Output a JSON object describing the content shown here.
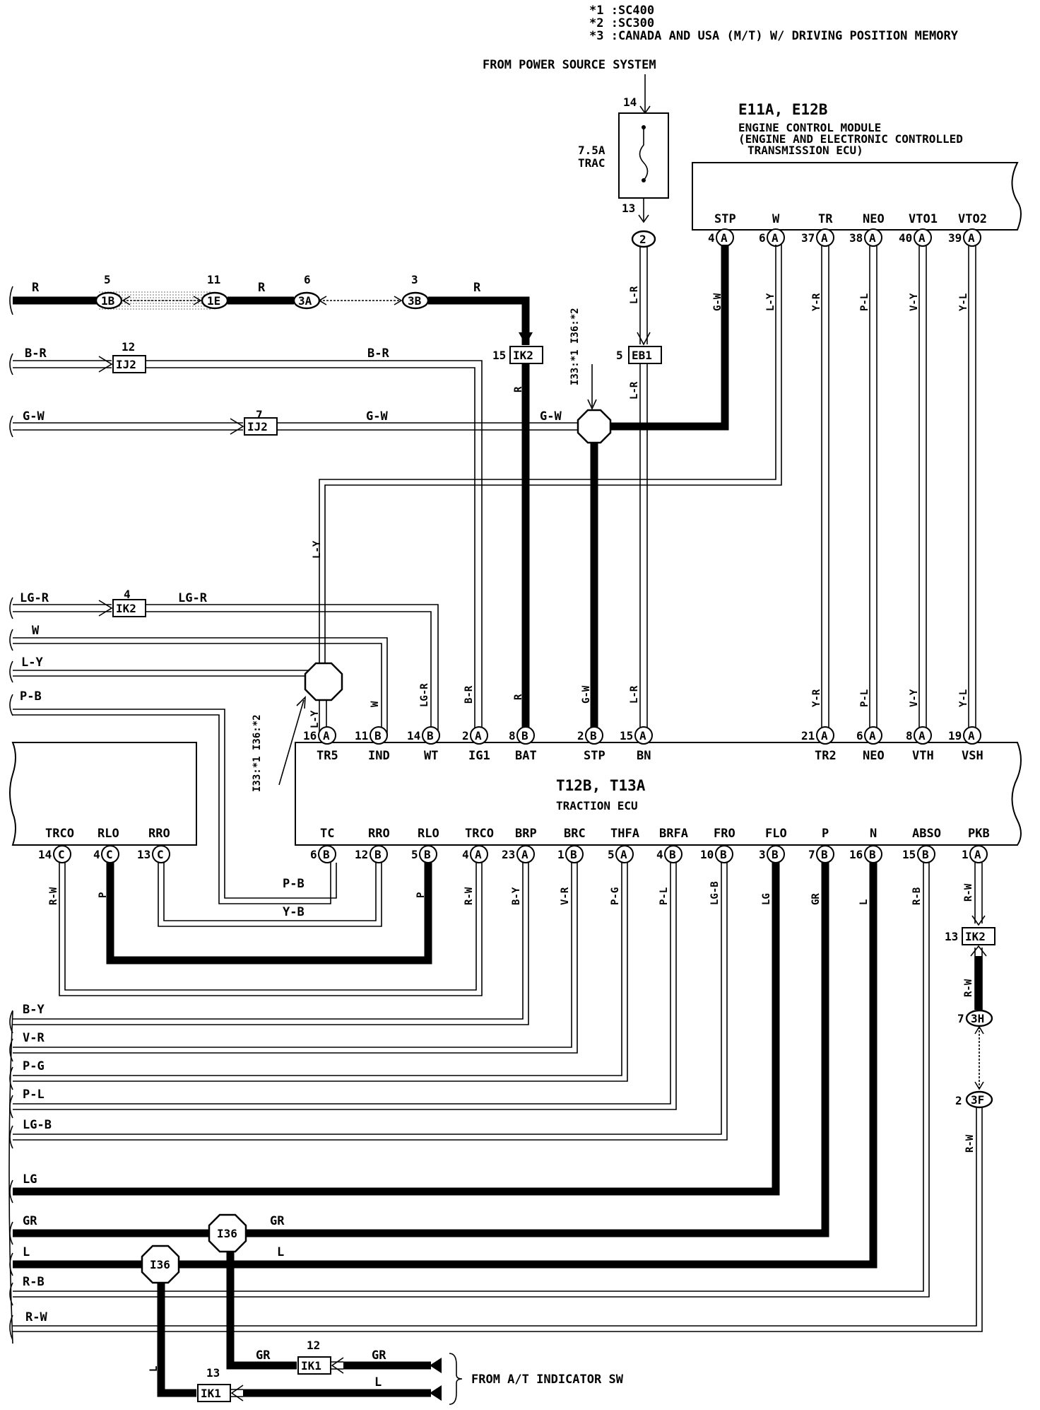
{
  "notes": [
    "*1 :SC400",
    "*2 :SC300",
    "*3 :CANADA AND USA (M/T) W/ DRIVING POSITION MEMORY"
  ],
  "power_source": "FROM POWER SOURCE SYSTEM",
  "fuse": {
    "label": "7.5A",
    "name": "TRAC",
    "pin_in": "14",
    "pin_out": "13",
    "conn": "2"
  },
  "ecm": {
    "title": "E11A, E12B",
    "name_line1": "ENGINE CONTROL MODULE",
    "name_line2": "(ENGINE AND ELECTRONIC CONTROLLED",
    "name_line3": "TRANSMISSION ECU)",
    "pins": [
      {
        "name": "STP",
        "num": "4",
        "conn": "A",
        "wire": "G-W"
      },
      {
        "name": "W",
        "num": "6",
        "conn": "A",
        "wire": "L-Y"
      },
      {
        "name": "TR",
        "num": "37",
        "conn": "A",
        "wire": "Y-R"
      },
      {
        "name": "NEO",
        "num": "38",
        "conn": "A",
        "wire": "P-L"
      },
      {
        "name": "VTO1",
        "num": "40",
        "conn": "A",
        "wire": "V-Y"
      },
      {
        "name": "VTO2",
        "num": "39",
        "conn": "A",
        "wire": "Y-L"
      }
    ]
  },
  "traction_ecu": {
    "title": "T12B, T13A",
    "name": "TRACTION ECU",
    "top_pins": [
      {
        "name": "TR5",
        "num": "16",
        "conn": "A",
        "wire": "L-Y"
      },
      {
        "name": "IND",
        "num": "11",
        "conn": "B",
        "wire": "W"
      },
      {
        "name": "WT",
        "num": "14",
        "conn": "B",
        "wire": "LG-R"
      },
      {
        "name": "IG1",
        "num": "2",
        "conn": "A",
        "wire": "B-R"
      },
      {
        "name": "BAT",
        "num": "8",
        "conn": "B",
        "wire": "R"
      },
      {
        "name": "STP",
        "num": "2",
        "conn": "B",
        "wire": "G-W"
      },
      {
        "name": "BN",
        "num": "15",
        "conn": "A",
        "wire": "L-R"
      },
      {
        "name": "TR2",
        "num": "21",
        "conn": "A",
        "wire": "Y-R"
      },
      {
        "name": "NEO",
        "num": "6",
        "conn": "A",
        "wire": "P-L"
      },
      {
        "name": "VTH",
        "num": "8",
        "conn": "A",
        "wire": "V-Y"
      },
      {
        "name": "VSH",
        "num": "19",
        "conn": "A",
        "wire": "Y-L"
      }
    ],
    "bottom_pins": [
      {
        "name": "TC",
        "num": "6",
        "conn": "B",
        "wire": ""
      },
      {
        "name": "RRO",
        "num": "12",
        "conn": "B",
        "wire": ""
      },
      {
        "name": "RLO",
        "num": "5",
        "conn": "B",
        "wire": "P"
      },
      {
        "name": "TRCO",
        "num": "4",
        "conn": "A",
        "wire": "R-W"
      },
      {
        "name": "BRP",
        "num": "23",
        "conn": "A",
        "wire": "B-Y"
      },
      {
        "name": "BRC",
        "num": "1",
        "conn": "B",
        "wire": "V-R"
      },
      {
        "name": "THFA",
        "num": "5",
        "conn": "A",
        "wire": "P-G"
      },
      {
        "name": "BRFA",
        "num": "4",
        "conn": "B",
        "wire": "P-L"
      },
      {
        "name": "FRO",
        "num": "10",
        "conn": "B",
        "wire": "LG-B"
      },
      {
        "name": "FLO",
        "num": "3",
        "conn": "B",
        "wire": "LG"
      },
      {
        "name": "P",
        "num": "7",
        "conn": "B",
        "wire": "GR"
      },
      {
        "name": "N",
        "num": "16",
        "conn": "B",
        "wire": "L"
      },
      {
        "name": "ABSO",
        "num": "15",
        "conn": "B",
        "wire": "R-B"
      },
      {
        "name": "PKB",
        "num": "1",
        "conn": "A",
        "wire": "R-W"
      }
    ]
  },
  "left_box": {
    "pins": [
      {
        "name": "TRCO",
        "num": "14",
        "conn": "C",
        "wire": "R-W"
      },
      {
        "name": "RLO",
        "num": "4",
        "conn": "C",
        "wire": "P"
      },
      {
        "name": "RRO",
        "num": "13",
        "conn": "C",
        "wire": ""
      }
    ]
  },
  "connectors": {
    "c5": {
      "num": "5",
      "code": "1B"
    },
    "c11": {
      "num": "11",
      "code": "1E"
    },
    "c6": {
      "num": "6",
      "code": "3A"
    },
    "c3": {
      "num": "3",
      "code": "3B"
    },
    "ik2_15": {
      "num": "15",
      "code": "IK2"
    },
    "eb1": {
      "num": "5",
      "code": "EB1"
    },
    "ij2_12": {
      "num": "12",
      "code": "IJ2"
    },
    "ij2_7": {
      "num": "7",
      "code": "IJ2"
    },
    "ik2_4": {
      "num": "4",
      "code": "IK2"
    },
    "ik2_13": {
      "num": "13",
      "code": "IK2"
    },
    "c3h": {
      "num": "7",
      "code": "3H"
    },
    "c3f": {
      "num": "2",
      "code": "3F"
    },
    "ik1_12": {
      "num": "12",
      "code": "IK1"
    },
    "ik1_13": {
      "num": "13",
      "code": "IK1"
    }
  },
  "junctions": {
    "j1": "I33:*1 I36:*2",
    "j2": "I33:*1 I36:*2",
    "j3": "I36",
    "j4": "I36"
  },
  "wires": {
    "r": "R",
    "br": "B-R",
    "gw": "G-W",
    "lr": "L-R",
    "ly": "L-Y",
    "lgr": "LG-R",
    "w": "W",
    "pb": "P-B",
    "yb": "Y-B",
    "by": "B-Y",
    "vr": "V-R",
    "pg": "P-G",
    "pl": "P-L",
    "lgb": "LG-B",
    "lg": "LG",
    "gr": "GR",
    "l": "L",
    "rb": "R-B",
    "rw": "R-W",
    "p": "P"
  },
  "from_at": "FROM A/T INDICATOR SW"
}
